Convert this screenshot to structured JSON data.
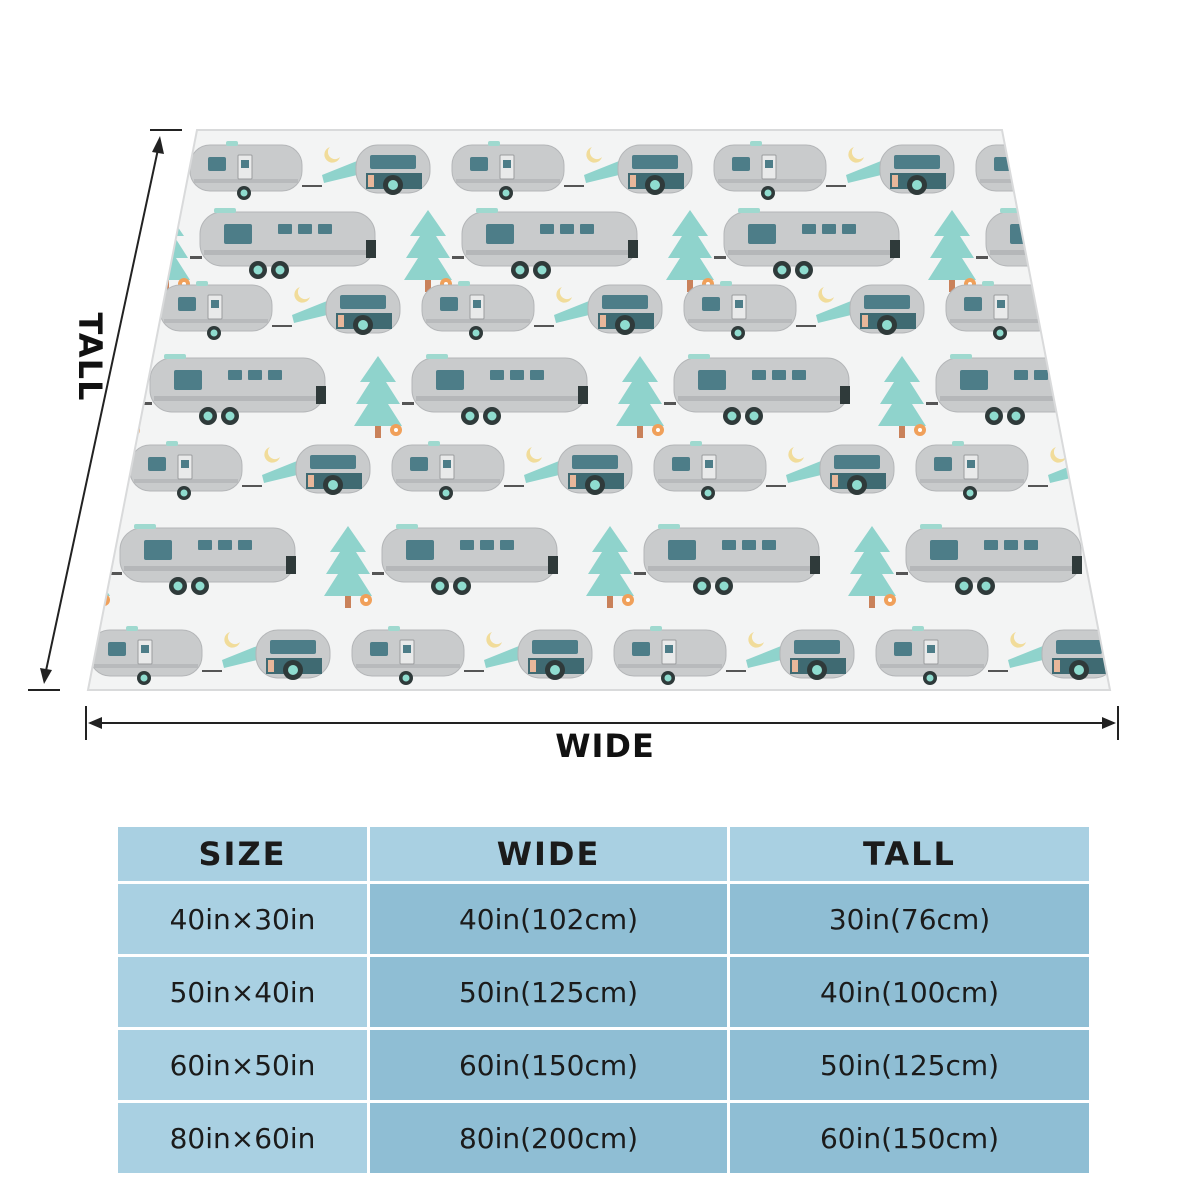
{
  "labels": {
    "wide": "WIDE",
    "tall": "TALL"
  },
  "table": {
    "headers": [
      "SIZE",
      "WIDE",
      "TALL"
    ],
    "rows": [
      [
        "40in×30in",
        "40in(102cm)",
        "30in(76cm)"
      ],
      [
        "50in×40in",
        "50in(125cm)",
        "40in(100cm)"
      ],
      [
        "60in×50in",
        "60in(150cm)",
        "50in(125cm)"
      ],
      [
        "80in×60in",
        "80in(200cm)",
        "60in(150cm)"
      ]
    ]
  },
  "colors": {
    "header_bg": "#a9d0e2",
    "first_col_bg": "#a9d0e2",
    "cell_bg": "#8fbed4",
    "trailer_body": "#c9cbcc",
    "window": "#4d7d88",
    "tree": "#8fd3cc",
    "wheel_hub": "#8fdccf"
  }
}
